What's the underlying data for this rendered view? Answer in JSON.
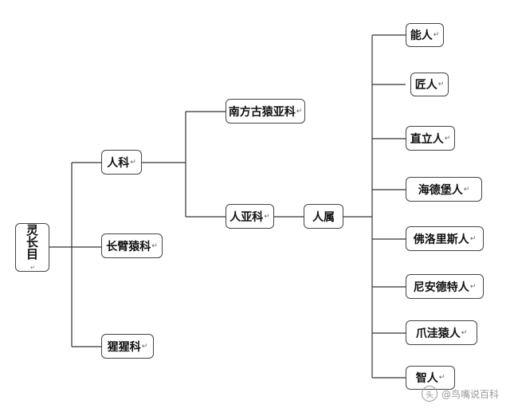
{
  "diagram": {
    "root": {
      "chars": [
        "灵",
        "长",
        "目"
      ],
      "mark": "↵"
    },
    "paragraph_mark": "↵",
    "families": [
      {
        "label": "人科"
      },
      {
        "label": "长臂猿科"
      },
      {
        "label": "猩猩科"
      }
    ],
    "subfamilies": [
      {
        "label": "南方古猿亚科"
      },
      {
        "label": "人亚科"
      }
    ],
    "genus": {
      "label": "人属"
    },
    "species": [
      {
        "label": "能人"
      },
      {
        "label": "匠人"
      },
      {
        "label": "直立人"
      },
      {
        "label": "海德堡人"
      },
      {
        "label": "佛洛里斯人"
      },
      {
        "label": "尼安德特人"
      },
      {
        "label": "爪洼猿人"
      },
      {
        "label": "智人"
      }
    ]
  },
  "watermark": {
    "logo_glyph": "头",
    "text": "@鸟嘴说百科"
  }
}
